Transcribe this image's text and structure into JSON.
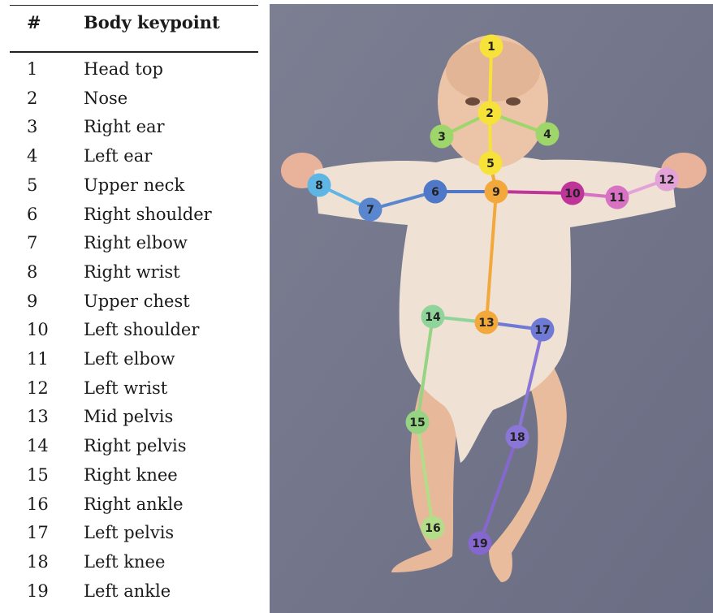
{
  "table": {
    "headers": {
      "number": "#",
      "keypoint": "Body keypoint"
    },
    "rows": [
      {
        "n": "1",
        "label": "Head top"
      },
      {
        "n": "2",
        "label": "Nose"
      },
      {
        "n": "3",
        "label": "Right ear"
      },
      {
        "n": "4",
        "label": "Left ear"
      },
      {
        "n": "5",
        "label": "Upper neck"
      },
      {
        "n": "6",
        "label": "Right shoulder"
      },
      {
        "n": "7",
        "label": "Right elbow"
      },
      {
        "n": "8",
        "label": "Right wrist"
      },
      {
        "n": "9",
        "label": "Upper chest"
      },
      {
        "n": "10",
        "label": "Left shoulder"
      },
      {
        "n": "11",
        "label": "Left elbow"
      },
      {
        "n": "12",
        "label": "Left wrist"
      },
      {
        "n": "13",
        "label": "Mid pelvis"
      },
      {
        "n": "14",
        "label": "Right pelvis"
      },
      {
        "n": "15",
        "label": "Right knee"
      },
      {
        "n": "16",
        "label": "Right ankle"
      },
      {
        "n": "17",
        "label": "Left pelvis"
      },
      {
        "n": "18",
        "label": "Left knee"
      },
      {
        "n": "19",
        "label": "Left ankle"
      }
    ]
  },
  "skeleton": {
    "keypoints": [
      {
        "id": "1",
        "color": "#f7e23a"
      },
      {
        "id": "2",
        "color": "#f7e23a"
      },
      {
        "id": "3",
        "color": "#9fd66c"
      },
      {
        "id": "4",
        "color": "#9fd66c"
      },
      {
        "id": "5",
        "color": "#f7e23a"
      },
      {
        "id": "6",
        "color": "#4f78c9"
      },
      {
        "id": "7",
        "color": "#5a86cf"
      },
      {
        "id": "8",
        "color": "#5fb6e4"
      },
      {
        "id": "9",
        "color": "#f3a83c"
      },
      {
        "id": "10",
        "color": "#c0349a"
      },
      {
        "id": "11",
        "color": "#d873c4"
      },
      {
        "id": "12",
        "color": "#e3a2d8"
      },
      {
        "id": "13",
        "color": "#f3a83c"
      },
      {
        "id": "14",
        "color": "#8fd49a"
      },
      {
        "id": "15",
        "color": "#96d483"
      },
      {
        "id": "16",
        "color": "#b4dd8a"
      },
      {
        "id": "17",
        "color": "#6f7ad6"
      },
      {
        "id": "18",
        "color": "#8a76d6"
      },
      {
        "id": "19",
        "color": "#8567cf"
      }
    ],
    "bones": [
      {
        "from": "1",
        "to": "2",
        "color": "#f7e23a"
      },
      {
        "from": "2",
        "to": "3",
        "color": "#9fd66c"
      },
      {
        "from": "2",
        "to": "4",
        "color": "#9fd66c"
      },
      {
        "from": "2",
        "to": "5",
        "color": "#f7e23a"
      },
      {
        "from": "5",
        "to": "9",
        "color": "#f3a83c"
      },
      {
        "from": "9",
        "to": "6",
        "color": "#4f78c9"
      },
      {
        "from": "6",
        "to": "7",
        "color": "#5a86cf"
      },
      {
        "from": "7",
        "to": "8",
        "color": "#5fb6e4"
      },
      {
        "from": "9",
        "to": "10",
        "color": "#c0349a"
      },
      {
        "from": "10",
        "to": "11",
        "color": "#d873c4"
      },
      {
        "from": "11",
        "to": "12",
        "color": "#e3a2d8"
      },
      {
        "from": "9",
        "to": "13",
        "color": "#f3a83c"
      },
      {
        "from": "13",
        "to": "14",
        "color": "#8fd49a"
      },
      {
        "from": "14",
        "to": "15",
        "color": "#96d483"
      },
      {
        "from": "15",
        "to": "16",
        "color": "#b4dd8a"
      },
      {
        "from": "13",
        "to": "17",
        "color": "#6f7ad6"
      },
      {
        "from": "17",
        "to": "18",
        "color": "#8a76d6"
      },
      {
        "from": "18",
        "to": "19",
        "color": "#8567cf"
      }
    ]
  }
}
